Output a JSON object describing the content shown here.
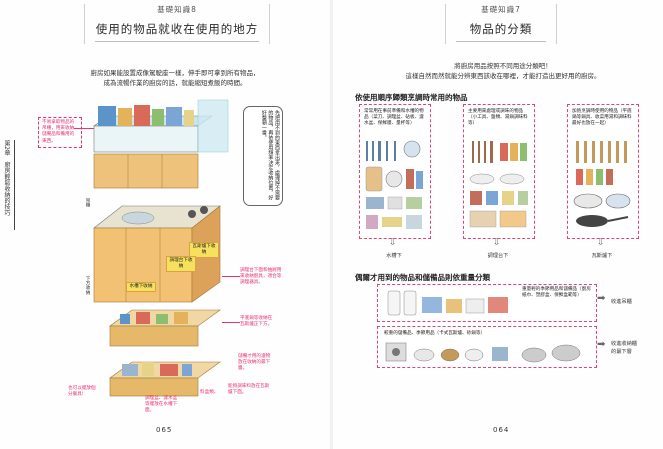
{
  "left_page": {
    "kicker": "基礎知識8",
    "title": "使用的物品就收在使用的地方",
    "intro": [
      "廚房如果能設置成像駕駛座一樣，伸手即可拿到所有物品，",
      "成為流暢作業的廚房的話，就能縮短煮飯的時間。"
    ],
    "chapter_tab": "第2章　廚房輕鬆收納的技巧",
    "page_number": "065",
    "upper_label": "吊櫃",
    "lower_label": "下方收納",
    "bubble": "先把用不到的東西拿出來，處理掉不需要的物品，再依使用頻率決定收納位置，好好整頓一番。",
    "notes": {
      "n1": "不易拿取物品的吊櫃，用來收納儲備品和備用的東西。",
      "n2": "調理台下方收納鍋子和平底鍋等。也可收納廚房用品。",
      "n3": "調理台下面和抽屜用來收納廚具，適合等調理器具。",
      "n4": "平底鍋等收納在瓦斯爐正下方。",
      "n5": "儲備才用的濾物放在收納的最下層。",
      "n6": "能夠調味料放在瓦斯爐下面。",
      "n7": "也可以擺放個分餐具!",
      "n8": "調理盆、濾水盆等擺放在水槽下面。",
      "n9": "料盒類。"
    },
    "tags": {
      "stove": "瓦斯爐下收納",
      "counter": "調理台下收納",
      "sink": "水槽下收納"
    }
  },
  "right_page": {
    "kicker": "基礎知識7",
    "title": "物品的分類",
    "intro": [
      "將廚房用品按照不同用途分類吧！",
      "這樣自然而然就能分辨東西該收在哪裡，才能打造出更好用的廚房。"
    ],
    "section1": "依使用順序歸類烹調時常用的物品",
    "columns": [
      {
        "desc": "常常用在事前準備和水槽的物品（菜刀、調理盆、砧板、濾水盆、保鮮膜、量杯等）",
        "label": "水槽下"
      },
      {
        "desc": "主要用來處理或調味的物品（小工具、盤類、湯鍋調味料等）",
        "label": "調理台下"
      },
      {
        "desc": "加熱烹調時使用的物品（平底鍋等鍋具、收菜用湯和調味料最好也放在一起）",
        "label": "瓦斯爐下"
      }
    ],
    "section2": "偶爾才用到的物品和儲備品則依重量分類",
    "row1": {
      "desc": "重量輕的季節用品和儲備品（廚房紙巾、塑膠盒、保鮮盒範等）",
      "dest": "收進吊櫃"
    },
    "row2": {
      "desc": "較重的儲備品、季節用品（卡式瓦斯爐、砂鍋等）",
      "dest": "收進收納櫃的最下層"
    },
    "page_number": "064"
  }
}
